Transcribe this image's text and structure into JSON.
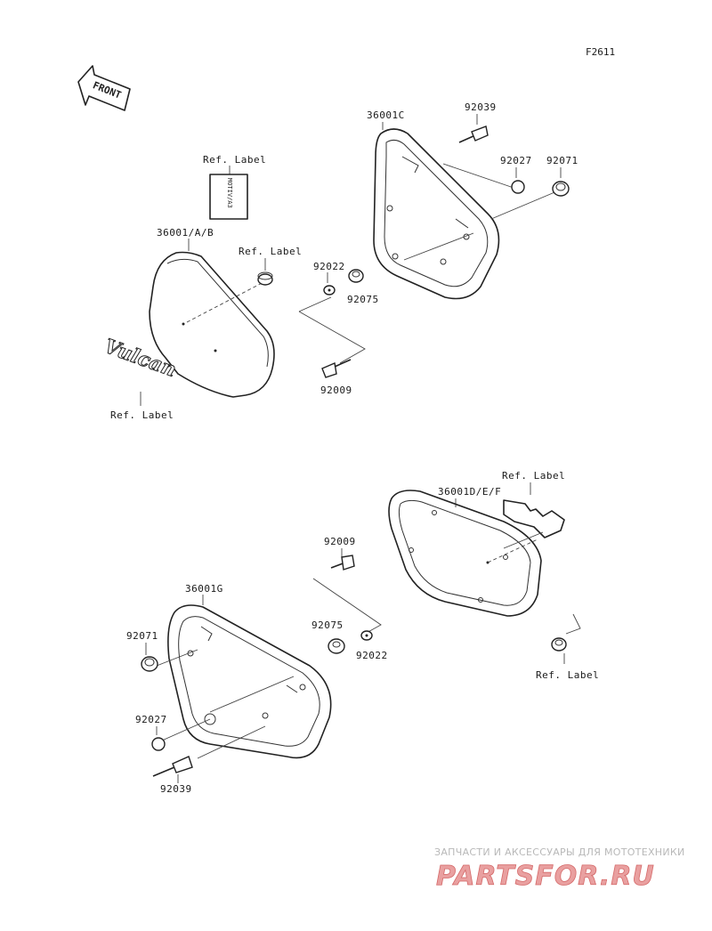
{
  "figure_code": "F2611",
  "front_arrow": "FRONT",
  "labels": {
    "ref_label_top": "Ref. Label",
    "ref_label_sticker": "MOTIV/A3",
    "ref_label_grommet": "Ref. Label",
    "ref_label_emblem": "Ref. Label",
    "ref_label_right": "Ref. Label",
    "ref_label_bottom_right": "Ref. Label",
    "p36001ab": "36001/A/B",
    "p36001c": "36001C",
    "p92039_top": "92039",
    "p92027_top": "92027",
    "p92071_top": "92071",
    "p92022_top": "92022",
    "p92075_top": "92075",
    "p92009_top": "92009",
    "p36001def": "36001D/E/F",
    "p92009_bot": "92009",
    "p36001g": "36001G",
    "p92075_bot": "92075",
    "p92022_bot": "92022",
    "p92071_bot": "92071",
    "p92027_bot": "92027",
    "p92039_bot": "92039"
  },
  "watermark": {
    "tagline": "ЗАПЧАСТИ И АКСЕССУАРЫ ДЛЯ МОТОТЕХНИКИ",
    "brand": "PARTSFOR.RU"
  }
}
